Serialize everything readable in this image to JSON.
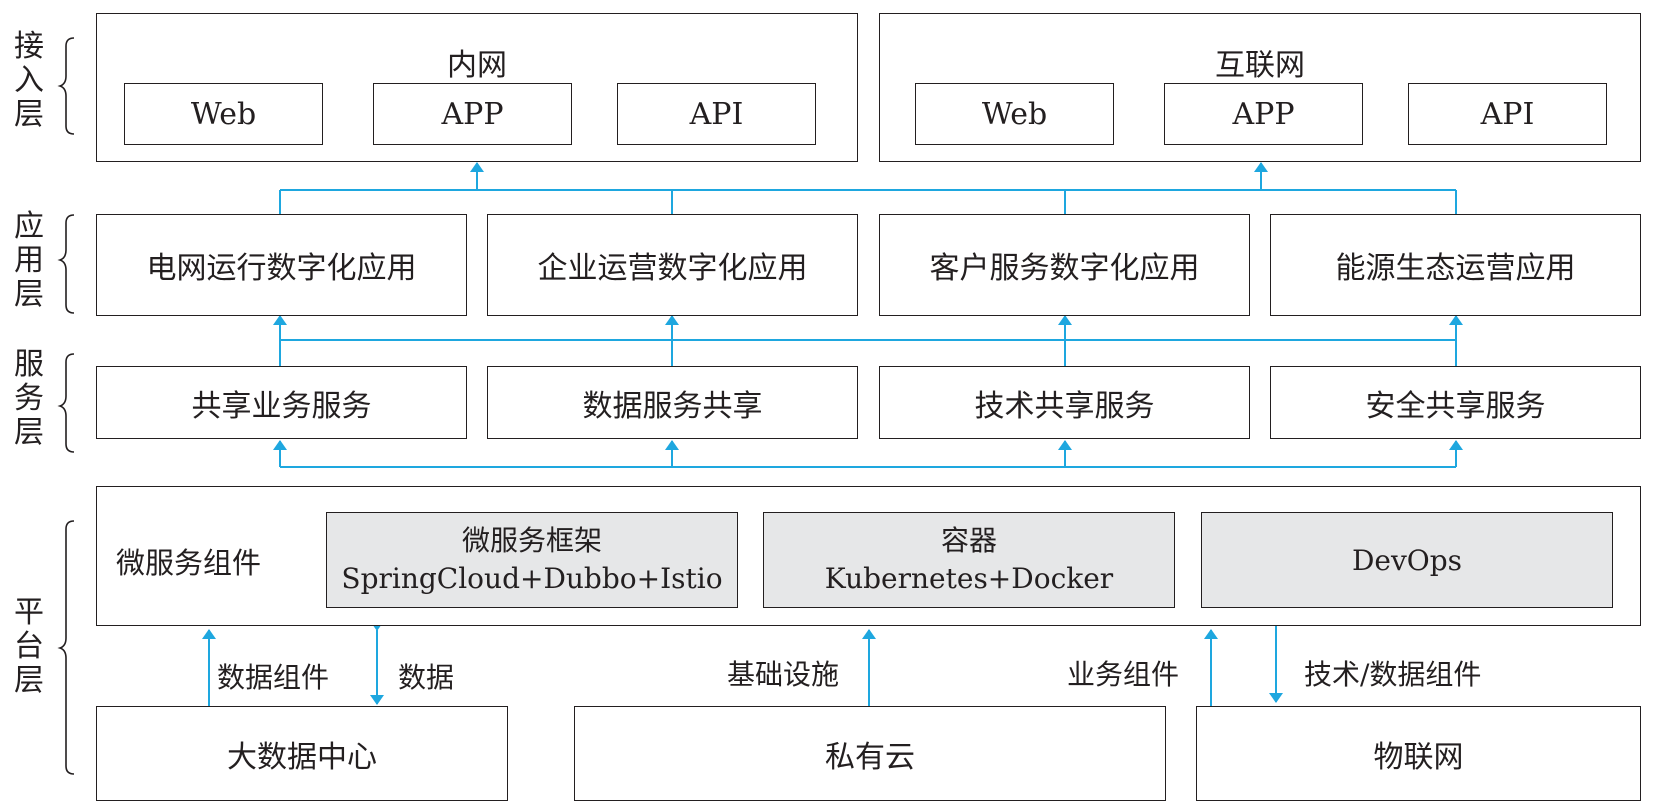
{
  "layers": {
    "access": "接入层",
    "application": "应用层",
    "service": "服务层",
    "platform": "平台层"
  },
  "access": {
    "intranet": {
      "title": "内网",
      "items": [
        "Web",
        "APP",
        "API"
      ]
    },
    "internet": {
      "title": "互联网",
      "items": [
        "Web",
        "APP",
        "API"
      ]
    }
  },
  "applications": [
    "电网运行数字化应用",
    "企业运营数字化应用",
    "客户服务数字化应用",
    "能源生态运营应用"
  ],
  "services": [
    "共享业务服务",
    "数据服务共享",
    "技术共享服务",
    "安全共享服务"
  ],
  "platform": {
    "label": "微服务组件",
    "components": [
      {
        "line1": "微服务框架",
        "line2": "SpringCloud+Dubbo+Istio"
      },
      {
        "line1": "容器",
        "line2": "Kubernetes+Docker"
      },
      {
        "line1": "DevOps",
        "line2": ""
      }
    ]
  },
  "bottom": [
    "大数据中心",
    "私有云",
    "物联网"
  ],
  "connectors": {
    "data_component": "数据组件",
    "data": "数据",
    "infrastructure": "基础设施",
    "business_component": "业务组件",
    "tech_data_component": "技术/数据组件"
  },
  "colors": {
    "arrow": "#1ea7df",
    "border": "#231f20",
    "component_fill": "#e6e7e8"
  }
}
